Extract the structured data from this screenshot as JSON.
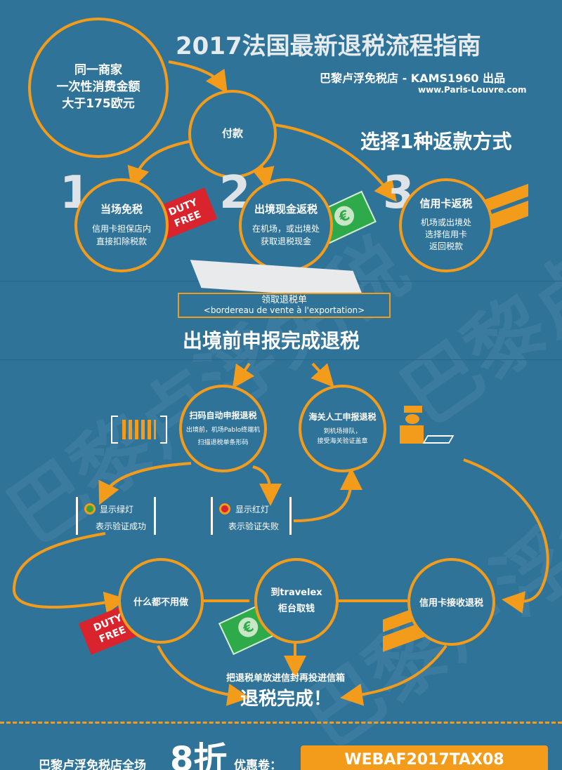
{
  "header": {
    "title": "2017法国最新退税流程指南",
    "subtitle": "巴黎卢浮免税店 - KAMS1960 出品",
    "url": "www.Paris-Louvre.com"
  },
  "start_node": {
    "lines": [
      "同一商家",
      "一次性消费金额",
      "大于175欧元"
    ]
  },
  "payment_node": "付款",
  "choose_label": "选择1种返款方式",
  "options": [
    {
      "number": "1",
      "title": "当场免税",
      "body": [
        "信用卡担保店内",
        "直接扣除税款"
      ]
    },
    {
      "number": "2",
      "title": "出境现金返税",
      "body": [
        "在机场，或出境处",
        "获取退税现金"
      ]
    },
    {
      "number": "3",
      "title": "信用卡返税",
      "body": [
        "机场或出境处",
        "选择信用卡",
        "返回税款"
      ]
    }
  ],
  "duty_free_tag": [
    "DUTY",
    "FREE"
  ],
  "euro_symbol": "€",
  "form_banner": {
    "line1": "领取退税单",
    "line2": "<bordereau de vente à l'exportation>"
  },
  "section2_title": "出境前申报完成退税",
  "scan_node": {
    "title": "扫码自动申报退税",
    "body": [
      "出境前，机场Pablo终端机",
      "扫描退税单条形码"
    ]
  },
  "customs_node": {
    "title": "海关人工申报退税",
    "body": [
      "到机场排队，",
      "接受海关验证盖章"
    ]
  },
  "green_light": [
    "显示绿灯",
    "表示验证成功"
  ],
  "red_light": [
    "显示红灯",
    "表示验证失败"
  ],
  "nothing_node": "什么都不用做",
  "travelex_node": [
    "到travelex",
    "柜台取钱"
  ],
  "card_refund_node": "信用卡接收退税",
  "mail_label": "把退税单放进信封再投进信箱",
  "done_label": "退税完成！",
  "footer": {
    "text_left": "巴黎卢浮免税店全场",
    "discount": "8折",
    "text_right": "优惠卷：",
    "code": "WEBAF2017TAX08"
  },
  "watermark": "巴黎卢浮免税",
  "colors": {
    "background": "#2f7399",
    "accent": "#f39c1b",
    "tag_red": "#d9232d",
    "cash_green": "#2eaa4a",
    "light_green": "#3aa43a",
    "light_red": "#d9232d"
  }
}
